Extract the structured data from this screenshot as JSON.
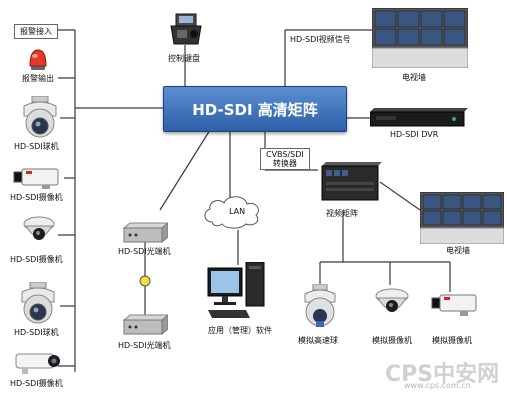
{
  "center": {
    "title": "HD-SDI 高清矩阵"
  },
  "labels": {
    "alarm_in": "报警接入",
    "alarm_out": "报警输出",
    "dome_left_top": "HD-SDI球机",
    "camera_left_1": "HD-SDI摄像机",
    "dome_mini_left": "HD-SDI摄像机",
    "dome_left_bottom": "HD-SDI球机",
    "camera_left_2": "HD-SDI摄像机",
    "keyboard": "控制键盘",
    "video_signal": "HD-SDI视频信号",
    "tv_wall_top": "电视墙",
    "dvr": "HD-SDI DVR",
    "converter": "CVBS/SDI\n转换器",
    "video_matrix": "视频矩阵",
    "tv_wall_right": "电视墙",
    "lan": "LAN",
    "optical_1": "HD-SDI光端机",
    "optical_2": "HD-SDI光端机",
    "pc": "应用（管理）软件",
    "analog_dome": "模拟高速球",
    "analog_cam_1": "模拟摄像机",
    "analog_cam_2": "模拟摄像机"
  },
  "watermark": {
    "brand": "CPS中安网",
    "url": "www.cps.com.cn"
  },
  "colors": {
    "center": "#2f5fa8",
    "line": "#3a3a3a",
    "screen": "#1a2a44"
  }
}
